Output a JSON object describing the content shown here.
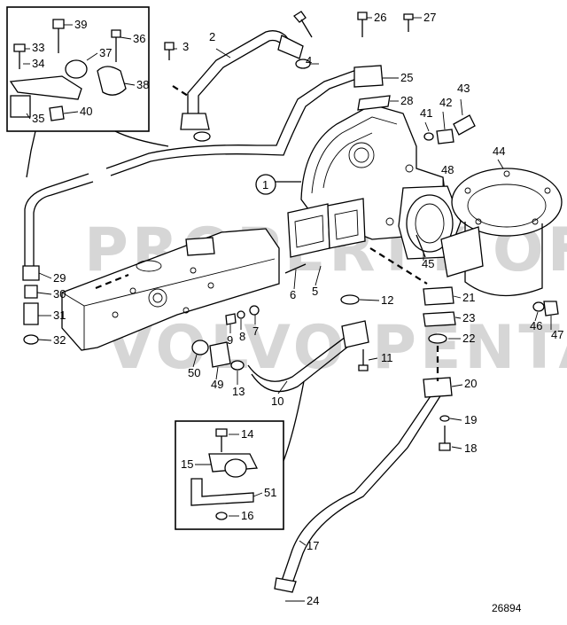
{
  "drawing_number": "26894",
  "watermark": [
    "PROPERTY OF",
    "VOLVO PENTA"
  ],
  "callouts": [
    "1",
    "2",
    "3",
    "4",
    "5",
    "6",
    "7",
    "8",
    "9",
    "10",
    "11",
    "12",
    "13",
    "14",
    "15",
    "16",
    "17",
    "18",
    "19",
    "20",
    "21",
    "22",
    "23",
    "24",
    "25",
    "26",
    "27",
    "28",
    "29",
    "30",
    "31",
    "32",
    "33",
    "34",
    "35",
    "36",
    "37",
    "38",
    "39",
    "40",
    "41",
    "42",
    "43",
    "44",
    "45",
    "46",
    "47",
    "48",
    "49",
    "50",
    "51"
  ]
}
